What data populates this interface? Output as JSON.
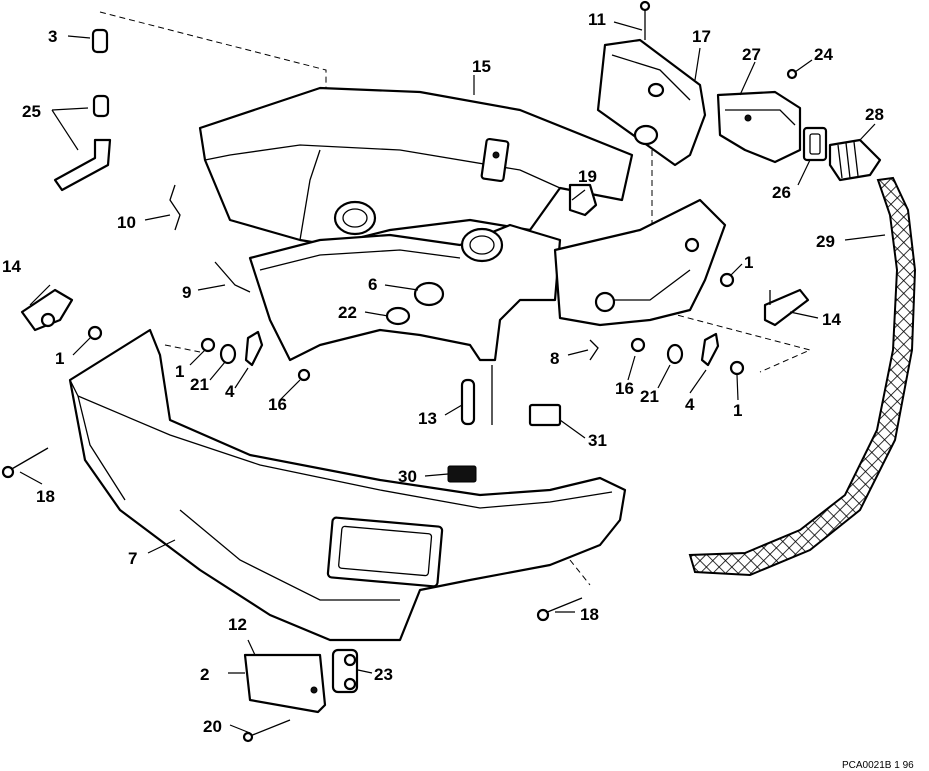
{
  "figure_code": "PCA0021B  1 96",
  "callouts": {
    "c1": "1",
    "c2": "2",
    "c3": "3",
    "c4": "4",
    "c6": "6",
    "c7": "7",
    "c8": "8",
    "c9": "9",
    "c10": "10",
    "c11": "11",
    "c12": "12",
    "c13": "13",
    "c14": "14",
    "c15": "15",
    "c16": "16",
    "c17": "17",
    "c18": "18",
    "c19": "19",
    "c20": "20",
    "c21": "21",
    "c22": "22",
    "c23": "23",
    "c24": "24",
    "c25": "25",
    "c26": "26",
    "c27": "27",
    "c28": "28",
    "c29": "29",
    "c30": "30",
    "c31": "31"
  }
}
